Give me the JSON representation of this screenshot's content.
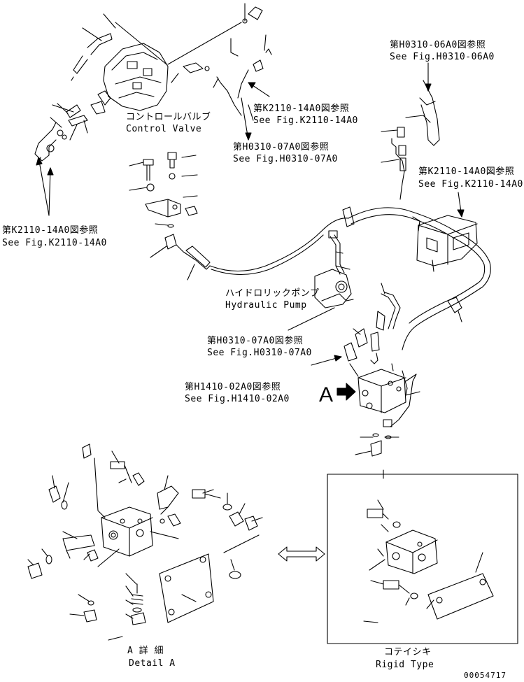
{
  "labels": {
    "control_valve_jp": "コントロールバルブ",
    "control_valve_en": "Control Valve",
    "ref_k2110_top_jp": "第K2110-14A0図参照",
    "ref_k2110_top_en": "See Fig.K2110-14A0",
    "ref_h0310_07_top_jp": "第H0310-07A0図参照",
    "ref_h0310_07_top_en": "See Fig.H0310-07A0",
    "ref_h0310_06_jp": "第H0310-06A0図参照",
    "ref_h0310_06_en": "See Fig.H0310-06A0",
    "ref_k2110_right_jp": "第K2110-14A0図参照",
    "ref_k2110_right_en": "See Fig.K2110-14A0",
    "ref_k2110_left_jp": "第K2110-14A0図参照",
    "ref_k2110_left_en": "See Fig.K2110-14A0",
    "hydraulic_pump_jp": "ハイドロリックポンプ",
    "hydraulic_pump_en": "Hydraulic Pump",
    "ref_h0310_07_mid_jp": "第H0310-07A0図参照",
    "ref_h0310_07_mid_en": "See Fig.H0310-07A0",
    "ref_h1410_jp": "第H1410-02A0図参照",
    "ref_h1410_en": "See Fig.H1410-02A0",
    "view_a": "A",
    "detail_a_jp": "A 詳 細",
    "detail_a_en": "Detail A",
    "rigid_jp": "コテイシキ",
    "rigid_en": "Rigid Type",
    "drawing_no": "00054717"
  }
}
